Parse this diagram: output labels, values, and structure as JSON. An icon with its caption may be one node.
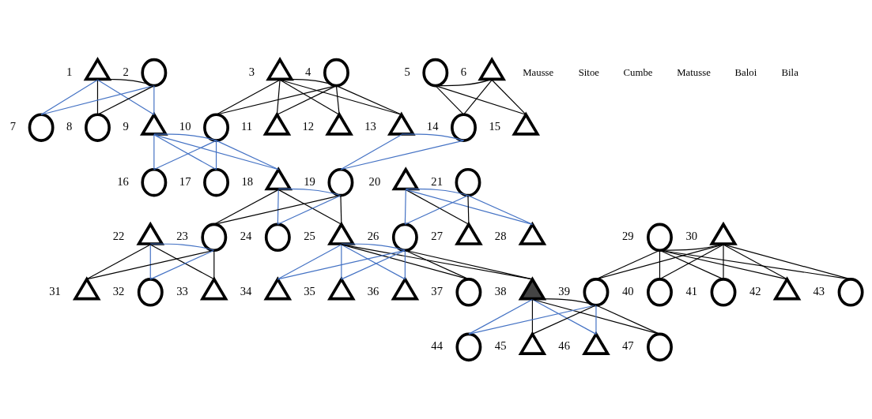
{
  "diagram": {
    "nodes": [
      {
        "text": [],
        "shape": "triangle",
        "beside": [
          "1"
        ]
      },
      {
        "text": [],
        "shape": "circle",
        "beside": [
          "2"
        ]
      },
      {
        "text": [],
        "shape": "triangle",
        "beside": [
          "3"
        ]
      },
      {
        "text": [],
        "shape": "circle",
        "beside": [
          "4"
        ]
      },
      {
        "text": [],
        "shape": "circle",
        "beside": [
          "5"
        ]
      },
      {
        "text": [],
        "shape": "triangle",
        "beside": [
          "6"
        ]
      },
      {
        "text": [],
        "shape": "circle",
        "beside": [
          "7"
        ]
      },
      {
        "text": [],
        "shape": "circle",
        "beside": [
          "8"
        ]
      },
      {
        "text": [],
        "shape": "triangle",
        "beside": [
          "9"
        ]
      },
      {
        "text": [],
        "shape": "circle",
        "beside": [
          "10"
        ]
      },
      {
        "text": [],
        "shape": "triangle",
        "beside": [
          "11"
        ]
      },
      {
        "text": [],
        "shape": "triangle",
        "beside": [
          "12"
        ]
      },
      {
        "text": [],
        "shape": "triangle",
        "beside": [
          "13"
        ]
      },
      {
        "text": [],
        "shape": "circle",
        "beside": [
          "14"
        ]
      },
      {
        "text": [],
        "shape": "triangle",
        "beside": [
          "15"
        ]
      },
      {
        "text": [],
        "shape": "circle",
        "beside": [
          "16"
        ]
      },
      {
        "text": [],
        "shape": "circle",
        "beside": [
          "17"
        ]
      },
      {
        "text": [],
        "shape": "triangle",
        "beside": [
          "18"
        ]
      },
      {
        "text": [],
        "shape": "circle",
        "beside": [
          "19"
        ]
      },
      {
        "text": [],
        "shape": "triangle",
        "beside": [
          "20"
        ]
      },
      {
        "text": [],
        "shape": "circle",
        "beside": [
          "21"
        ]
      },
      {
        "text": [],
        "shape": "triangle",
        "beside": [
          "22"
        ]
      },
      {
        "text": [],
        "shape": "circle",
        "beside": [
          "23"
        ]
      },
      {
        "text": [],
        "shape": "circle",
        "beside": [
          "24"
        ]
      },
      {
        "text": [],
        "shape": "triangle",
        "beside": [
          "25"
        ]
      },
      {
        "text": [],
        "shape": "circle",
        "beside": [
          "26"
        ]
      },
      {
        "text": [],
        "shape": "triangle",
        "beside": [
          "27"
        ]
      },
      {
        "text": [],
        "shape": "triangle",
        "beside": [
          "28"
        ]
      },
      {
        "text": [],
        "shape": "circle",
        "beside": [
          "29"
        ]
      },
      {
        "text": [],
        "shape": "triangle",
        "beside": [
          "30"
        ]
      },
      {
        "text": [],
        "shape": "triangle",
        "beside": [
          "31"
        ]
      },
      {
        "text": [],
        "shape": "circle",
        "beside": [
          "32"
        ]
      },
      {
        "text": [],
        "shape": "triangle",
        "beside": [
          "33"
        ]
      },
      {
        "text": [],
        "shape": "triangle",
        "beside": [
          "34"
        ]
      },
      {
        "text": [],
        "shape": "triangle",
        "beside": [
          "35"
        ]
      },
      {
        "text": [],
        "shape": "triangle",
        "beside": [
          "36"
        ]
      },
      {
        "text": [],
        "shape": "circle",
        "beside": [
          "37"
        ]
      },
      {
        "text": [],
        "shape": "triangle",
        "beside": [
          "38"
        ]
      },
      {
        "text": [],
        "shape": "circle",
        "beside": [
          "39"
        ]
      },
      {
        "text": [],
        "shape": "circle",
        "beside": [
          "40"
        ]
      },
      {
        "text": [],
        "shape": "circle",
        "beside": [
          "41"
        ]
      },
      {
        "text": [],
        "shape": "triangle",
        "beside": [
          "42"
        ]
      },
      {
        "text": [],
        "shape": "circle",
        "beside": [
          "43"
        ]
      },
      {
        "text": [],
        "shape": "circle",
        "beside": [
          "44"
        ]
      },
      {
        "text": [],
        "shape": "triangle",
        "beside": [
          "45"
        ]
      },
      {
        "text": [],
        "shape": "triangle",
        "beside": [
          "46"
        ]
      },
      {
        "text": [],
        "shape": "circle",
        "beside": [
          "47"
        ]
      }
    ],
    "edges": [
      {
        "from": 0,
        "to": 1,
        "arrow": "none"
      },
      {
        "from": 2,
        "to": 3,
        "arrow": "none"
      },
      {
        "from": 4,
        "to": 5,
        "arrow": "none"
      },
      {
        "from": 0,
        "to": 6,
        "arrow": "none",
        "color": "#4472c4"
      },
      {
        "from": 1,
        "to": 6,
        "arrow": "none",
        "color": "#4472c4"
      },
      {
        "from": 0,
        "to": 7,
        "arrow": "none"
      },
      {
        "from": 1,
        "to": 7,
        "arrow": "none"
      },
      {
        "from": 0,
        "to": 8,
        "arrow": "none",
        "color": "#4472c4"
      },
      {
        "from": 1,
        "to": 8,
        "arrow": "none",
        "color": "#4472c4"
      },
      {
        "from": 2,
        "to": 9,
        "arrow": "none"
      },
      {
        "from": 3,
        "to": 9,
        "arrow": "none"
      },
      {
        "from": 2,
        "to": 10,
        "arrow": "none"
      },
      {
        "from": 3,
        "to": 10,
        "arrow": "none"
      },
      {
        "from": 2,
        "to": 11,
        "arrow": "none"
      },
      {
        "from": 3,
        "to": 11,
        "arrow": "none"
      },
      {
        "from": 2,
        "to": 12,
        "arrow": "none"
      },
      {
        "from": 3,
        "to": 12,
        "arrow": "none"
      },
      {
        "from": 4,
        "to": 13,
        "arrow": "none"
      },
      {
        "from": 5,
        "to": 13,
        "arrow": "none"
      },
      {
        "from": 4,
        "to": 14,
        "arrow": "none"
      },
      {
        "from": 5,
        "to": 14,
        "arrow": "none"
      },
      {
        "from": 8,
        "to": 9,
        "arrow": "none",
        "color": "#4472c4"
      },
      {
        "from": 12,
        "to": 13,
        "arrow": "none",
        "color": "#4472c4"
      },
      {
        "from": 8,
        "to": 15,
        "arrow": "none",
        "color": "#4472c4"
      },
      {
        "from": 9,
        "to": 15,
        "arrow": "none",
        "color": "#4472c4"
      },
      {
        "from": 8,
        "to": 16,
        "arrow": "none",
        "color": "#4472c4"
      },
      {
        "from": 9,
        "to": 16,
        "arrow": "none",
        "color": "#4472c4"
      },
      {
        "from": 8,
        "to": 17,
        "arrow": "none",
        "color": "#4472c4"
      },
      {
        "from": 9,
        "to": 17,
        "arrow": "none",
        "color": "#4472c4"
      },
      {
        "from": 12,
        "to": 18,
        "arrow": "none",
        "color": "#4472c4"
      },
      {
        "from": 13,
        "to": 18,
        "arrow": "none",
        "color": "#4472c4"
      },
      {
        "from": 17,
        "to": 18,
        "arrow": "none",
        "color": "#4472c4"
      },
      {
        "from": 19,
        "to": 20,
        "arrow": "none",
        "color": "#4472c4"
      },
      {
        "from": 17,
        "to": 22,
        "arrow": "none"
      },
      {
        "from": 18,
        "to": 22,
        "arrow": "none"
      },
      {
        "from": 17,
        "to": 23,
        "arrow": "none",
        "color": "#4472c4"
      },
      {
        "from": 18,
        "to": 23,
        "arrow": "none",
        "color": "#4472c4"
      },
      {
        "from": 17,
        "to": 24,
        "arrow": "none"
      },
      {
        "from": 18,
        "to": 24,
        "arrow": "none"
      },
      {
        "from": 19,
        "to": 25,
        "arrow": "none",
        "color": "#4472c4"
      },
      {
        "from": 20,
        "to": 25,
        "arrow": "none",
        "color": "#4472c4"
      },
      {
        "from": 19,
        "to": 26,
        "arrow": "none"
      },
      {
        "from": 20,
        "to": 26,
        "arrow": "none"
      },
      {
        "from": 19,
        "to": 27,
        "arrow": "none",
        "color": "#4472c4"
      },
      {
        "from": 20,
        "to": 27,
        "arrow": "none",
        "color": "#4472c4"
      },
      {
        "from": 21,
        "to": 22,
        "arrow": "none",
        "color": "#4472c4"
      },
      {
        "from": 24,
        "to": 25,
        "arrow": "none",
        "color": "#4472c4"
      },
      {
        "from": 28,
        "to": 29,
        "arrow": "none"
      },
      {
        "from": 21,
        "to": 30,
        "arrow": "none"
      },
      {
        "from": 22,
        "to": 30,
        "arrow": "none"
      },
      {
        "from": 21,
        "to": 31,
        "arrow": "none",
        "color": "#4472c4"
      },
      {
        "from": 22,
        "to": 31,
        "arrow": "none",
        "color": "#4472c4"
      },
      {
        "from": 21,
        "to": 32,
        "arrow": "none"
      },
      {
        "from": 22,
        "to": 32,
        "arrow": "none"
      },
      {
        "from": 24,
        "to": 33,
        "arrow": "none",
        "color": "#4472c4"
      },
      {
        "from": 25,
        "to": 33,
        "arrow": "none",
        "color": "#4472c4"
      },
      {
        "from": 24,
        "to": 34,
        "arrow": "none",
        "color": "#4472c4"
      },
      {
        "from": 25,
        "to": 34,
        "arrow": "none",
        "color": "#4472c4"
      },
      {
        "from": 24,
        "to": 35,
        "arrow": "none",
        "color": "#4472c4"
      },
      {
        "from": 25,
        "to": 35,
        "arrow": "none",
        "color": "#4472c4"
      },
      {
        "from": 24,
        "to": 36,
        "arrow": "none"
      },
      {
        "from": 25,
        "to": 36,
        "arrow": "none"
      },
      {
        "from": 24,
        "to": 37,
        "arrow": "none"
      },
      {
        "from": 25,
        "to": 37,
        "arrow": "none"
      },
      {
        "from": 28,
        "to": 38,
        "arrow": "none"
      },
      {
        "from": 29,
        "to": 38,
        "arrow": "none"
      },
      {
        "from": 28,
        "to": 39,
        "arrow": "none"
      },
      {
        "from": 29,
        "to": 39,
        "arrow": "none"
      },
      {
        "from": 28,
        "to": 40,
        "arrow": "none"
      },
      {
        "from": 29,
        "to": 40,
        "arrow": "none"
      },
      {
        "from": 28,
        "to": 41,
        "arrow": "none"
      },
      {
        "from": 29,
        "to": 41,
        "arrow": "none"
      },
      {
        "from": 28,
        "to": 42,
        "arrow": "none"
      },
      {
        "from": 29,
        "to": 42,
        "arrow": "none"
      },
      {
        "from": 37,
        "to": 38,
        "arrow": "none"
      },
      {
        "from": 37,
        "to": 43,
        "arrow": "none",
        "color": "#4472c4"
      },
      {
        "from": 38,
        "to": 43,
        "arrow": "none",
        "color": "#4472c4"
      },
      {
        "from": 37,
        "to": 44,
        "arrow": "none"
      },
      {
        "from": 38,
        "to": 44,
        "arrow": "none"
      },
      {
        "from": 37,
        "to": 45,
        "arrow": "none",
        "color": "#4472c4"
      },
      {
        "from": 38,
        "to": 45,
        "arrow": "none",
        "color": "#4472c4"
      },
      {
        "from": 37,
        "to": 46,
        "arrow": "none"
      },
      {
        "from": 38,
        "to": 46,
        "arrow": "none"
      }
    ],
    "labels": [
      "Mausse",
      "Sitoe",
      "Cumbe",
      "Matusse",
      "Baloi",
      "Bila"
    ]
  }
}
